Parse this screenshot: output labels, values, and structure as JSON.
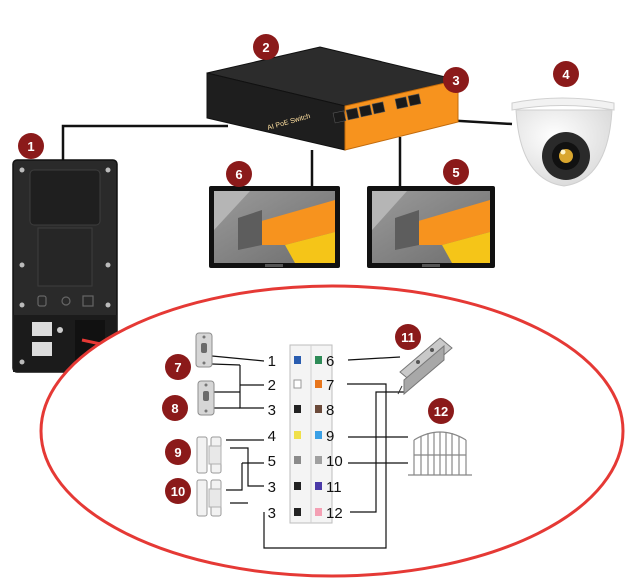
{
  "switch": {
    "label": "AI PoE Switch"
  },
  "badges": [
    "1",
    "2",
    "3",
    "4",
    "5",
    "6",
    "7",
    "8",
    "9",
    "10",
    "11",
    "12"
  ],
  "terminals": {
    "left": [
      "1",
      "2",
      "3",
      "4",
      "5",
      "3",
      "3"
    ],
    "right": [
      "6",
      "7",
      "8",
      "9",
      "10",
      "11",
      "12"
    ]
  },
  "colors": {
    "badge": "#8b1a1a",
    "callout_ellipse": "#e53935",
    "switch_orange": "#f7931e",
    "monitor_yellow": "#f5c518"
  }
}
